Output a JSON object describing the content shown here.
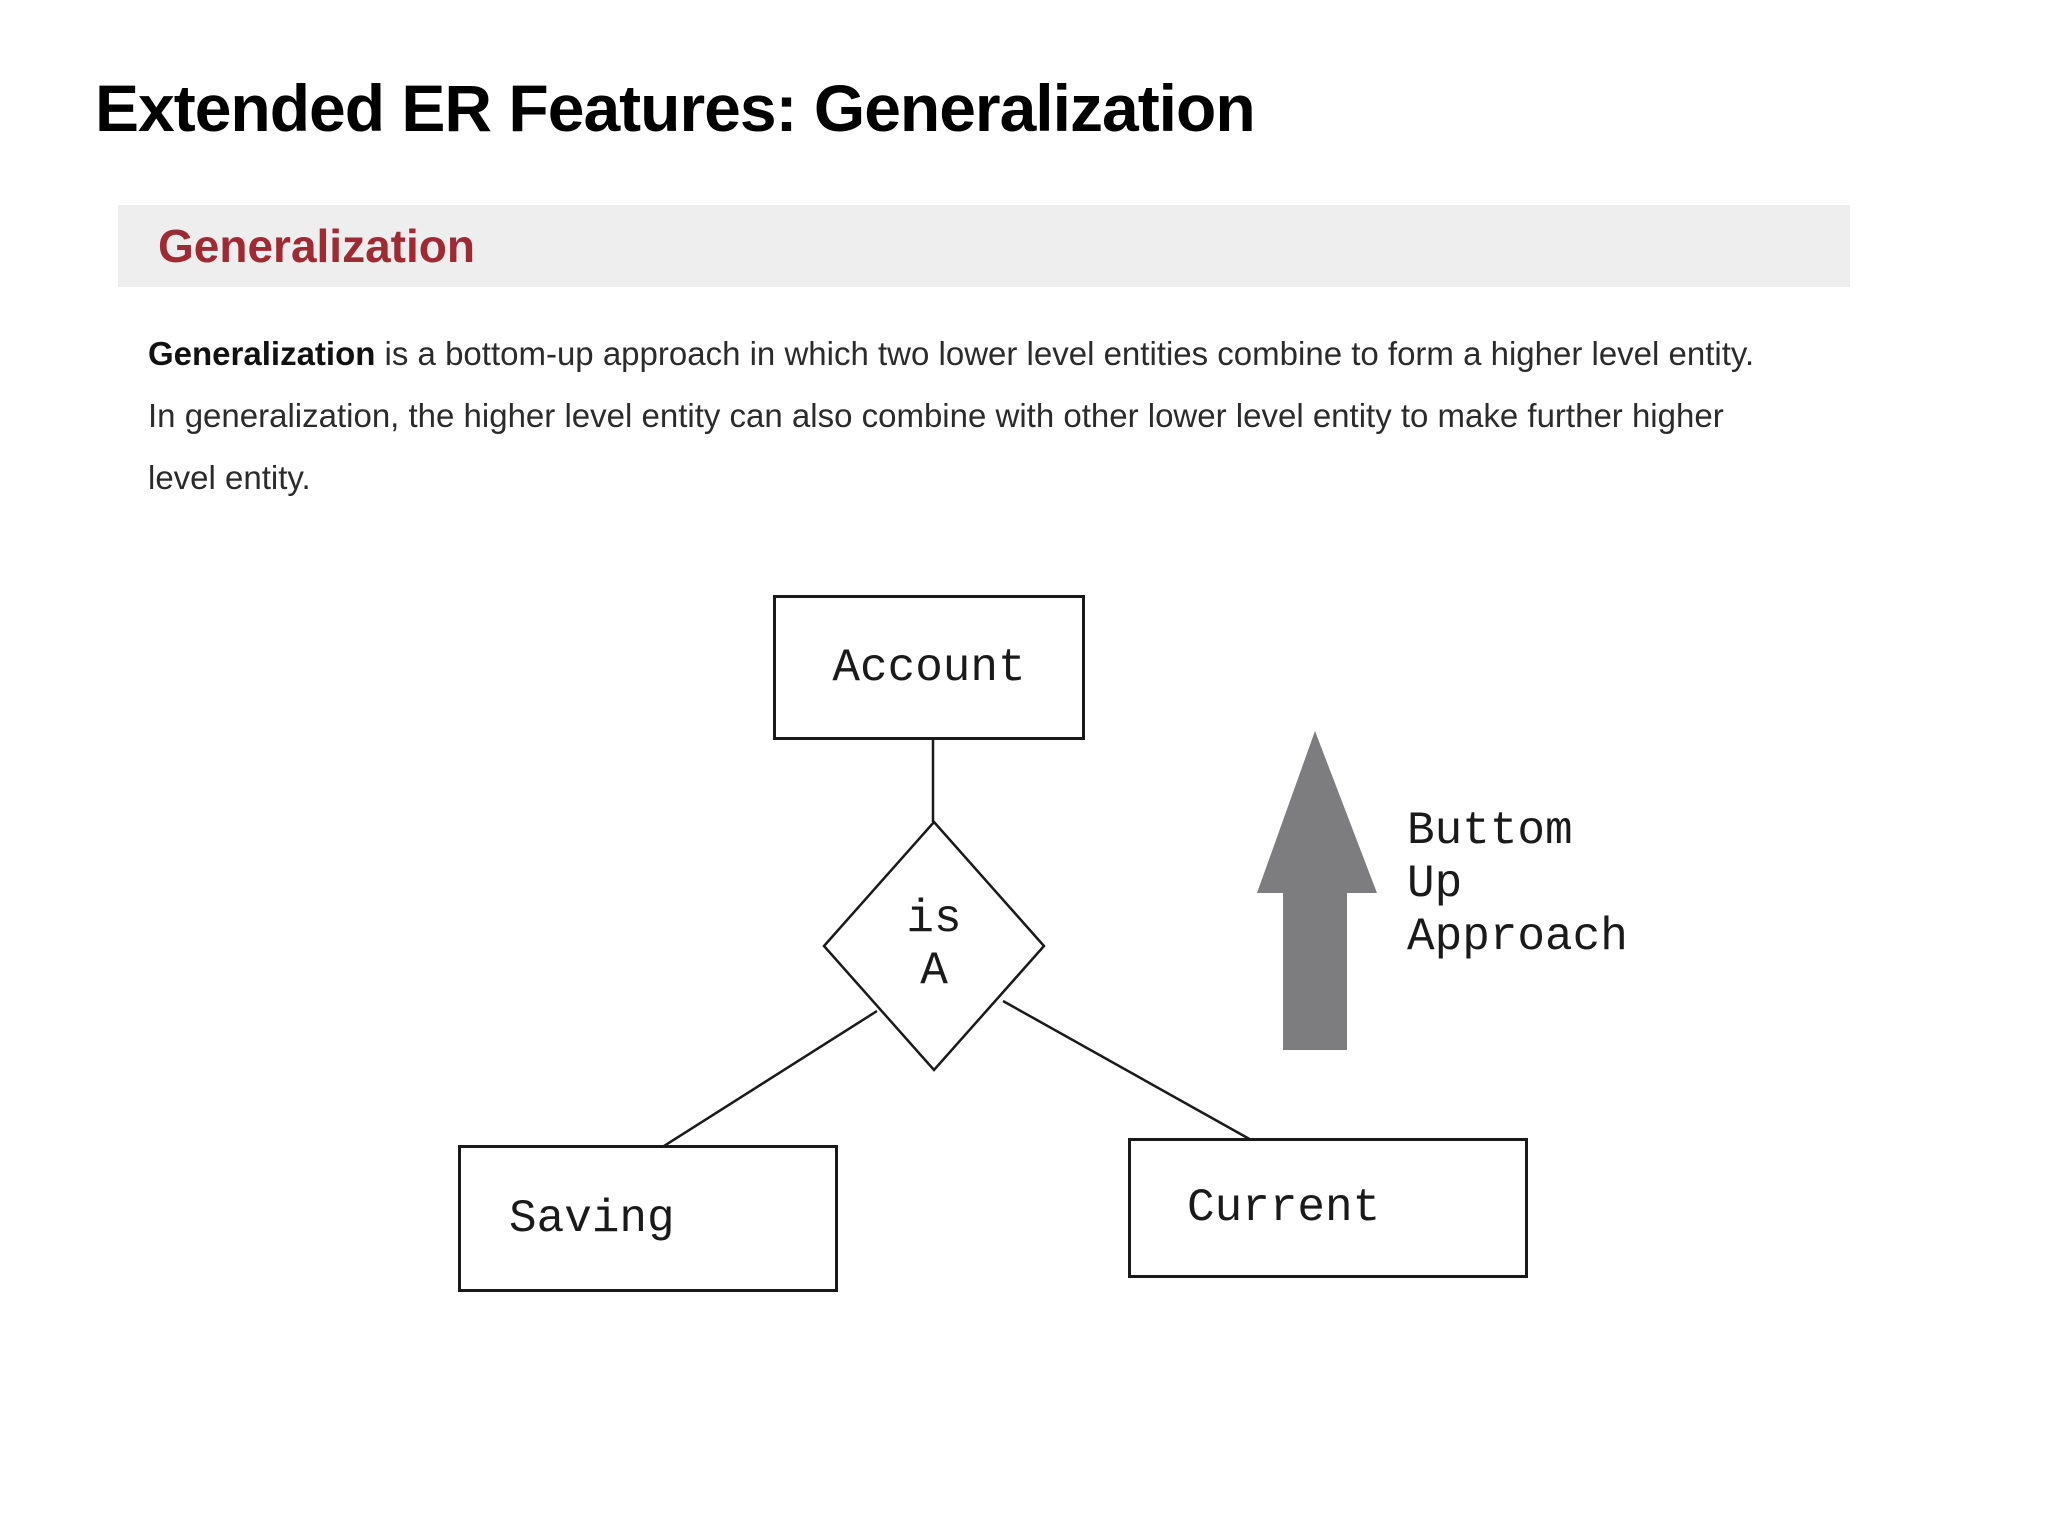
{
  "page": {
    "title": "Extended ER Features: Generalization",
    "background_color": "#ffffff"
  },
  "section": {
    "heading": "Generalization",
    "heading_color": "#9e2b33",
    "bar_color": "#eeeeee"
  },
  "paragraph": {
    "line1_bold": "Generalization",
    "line1_rest": " is a bottom-up approach in which two lower level entities combine to form a higher level entity.",
    "line2": "In generalization, the higher level entity can also combine with other lower level entity to make further higher",
    "line3": "level entity."
  },
  "diagram": {
    "parent_entity": "Account",
    "relationship_label_line1": "is",
    "relationship_label_line2": "A",
    "child_entity_left": "Saving",
    "child_entity_right": "Current",
    "line_color": "#1a1a1a",
    "arrow": {
      "color": "#7d7d7f",
      "label_line1": "Buttom",
      "label_line2": "Up",
      "label_line3": "Approach"
    }
  }
}
